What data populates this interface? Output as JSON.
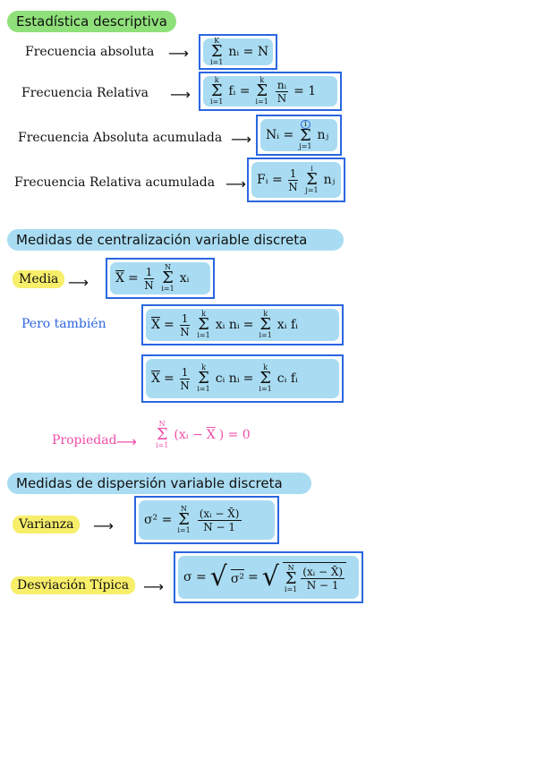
{
  "sec1": {
    "header": "Estadística descriptiva",
    "rows": [
      {
        "label": "Frecuencia absoluta",
        "f": {
          "sup": "K",
          "sub": "i=1",
          "body": "nᵢ = N"
        }
      },
      {
        "label": "Frecuencia Relativa",
        "f": {
          "lead": "Σ",
          "sup": "k",
          "sub": "i=1",
          "a": "fᵢ =",
          "sup2": "k",
          "sub2": "i=1",
          "num": "nᵢ",
          "den": "N",
          "tail": "= 1"
        }
      },
      {
        "label": "Frecuencia Absoluta acumulada",
        "f": {
          "lhs": "Nᵢ =",
          "sup": "i",
          "sub": "j=1",
          "body": "nⱼ"
        }
      },
      {
        "label": "Frecuencia Relativa acumulada",
        "f": {
          "lhs": "Fᵢ =",
          "num": "1",
          "den": "N",
          "sup": "i",
          "sub": "j=1",
          "body": "nⱼ"
        }
      }
    ]
  },
  "sec2": {
    "header": "Medidas de centralización variable discreta",
    "media_label": "Media",
    "media": {
      "x": "X",
      "eq": "=",
      "num": "1",
      "den": "N",
      "sup": "N",
      "sub": "i=1",
      "body": "xᵢ"
    },
    "pero_label": "Pero también",
    "f2": {
      "x": "X",
      "eq": "=",
      "num": "1",
      "den": "N",
      "sup": "k",
      "sub": "i=1",
      "a": "xᵢ nᵢ",
      "eq2": "=",
      "sup2": "k",
      "sub2": "i=1",
      "b": "xᵢ fᵢ"
    },
    "f3": {
      "x": "X",
      "eq": "=",
      "num": "1",
      "den": "N",
      "sup": "k",
      "sub": "i=1",
      "a": "cᵢ nᵢ",
      "eq2": "=",
      "sup2": "k",
      "sub2": "i=1",
      "b": "cᵢ fᵢ"
    },
    "prop_label": "Propiedad",
    "prop": {
      "sup": "N",
      "sub": "i=1",
      "body_a": "(xᵢ −",
      "body_x": "X",
      "body_b": ") = 0"
    }
  },
  "sec3": {
    "header": "Medidas de dispersión variable discreta",
    "var_label": "Varianza",
    "var": {
      "lhs": "σ² =",
      "sup": "N",
      "sub": "i=1",
      "num": "(xᵢ − X̄)",
      "den": "N − 1"
    },
    "dev_label": "Desviación Típica",
    "dev": {
      "lhs": "σ =",
      "root": "σ²",
      "eq": "=",
      "sup": "N",
      "sub": "i=1",
      "num": "(xᵢ − X̄)",
      "den": "N − 1"
    }
  },
  "colors": {
    "green": "#8fe07a",
    "blue": "#a9dcf2",
    "yellow": "#f7ee6a",
    "box": "#2a66e0",
    "pink": "#f04ea8"
  },
  "icons": {
    "arrow": "right-arrow-icon"
  }
}
